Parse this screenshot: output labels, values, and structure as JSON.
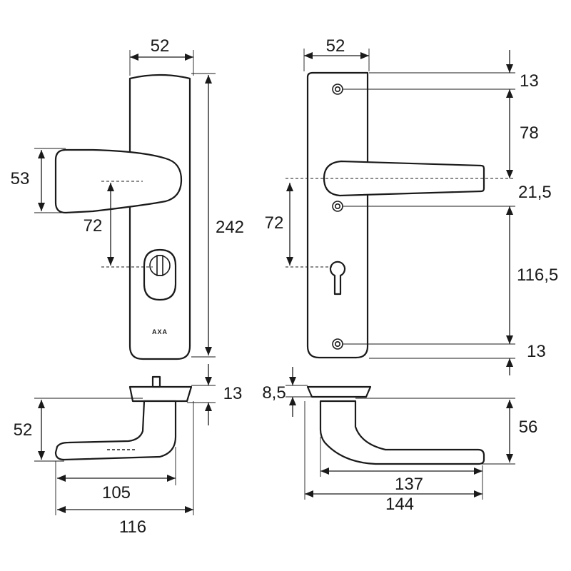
{
  "brand": "AXA",
  "left_view": {
    "dims": {
      "width_top": "52",
      "knob_height": "53",
      "spindle_to_cylinder": "72",
      "plate_height": "242",
      "thickness": "13",
      "knob_projection": "52",
      "knob_reach": "105",
      "overall_length": "116"
    }
  },
  "right_view": {
    "dims": {
      "width_top": "52",
      "top_to_screw": "13",
      "screw_to_spindle": "78",
      "spindle_to_screw": "21,5",
      "spindle_to_cylinder": "72",
      "screw_to_screw": "116,5",
      "bottom_to_screw": "13",
      "rose_thickness": "8,5",
      "handle_projection": "56",
      "handle_reach": "137",
      "overall_length": "144"
    }
  }
}
